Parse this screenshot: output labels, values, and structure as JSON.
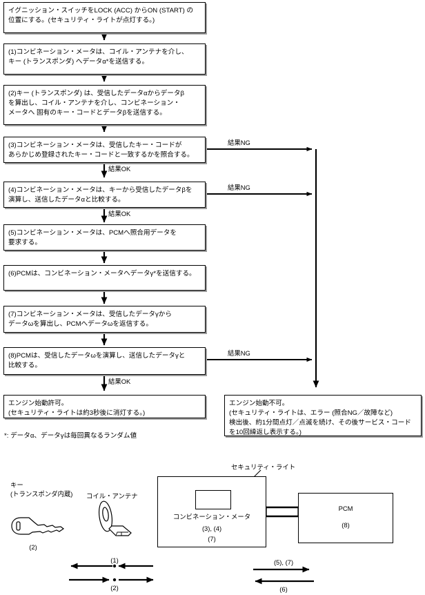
{
  "flow": {
    "steps": [
      {
        "id": "step-start",
        "text": "イグニッション・スイッチをLOCK (ACC) からON (START) の\n位置にする。(セキュリティ・ライトが点灯する。)"
      },
      {
        "id": "step-1",
        "text": "(1)コンビネーション・メータは、コイル・アンテナを介し、\n    キー (トランスポンダ) へデータα*を送信する。"
      },
      {
        "id": "step-2",
        "text": "(2)キー (トランスポンダ) は、受信したデータαからデータβ\n    を算出し、コイル・アンテナを介し、コンビネーション・\n    メータへ    固有のキー・コードとデータβを送信する。"
      },
      {
        "id": "step-3",
        "text": "(3)コンビネーション・メータは、受信したキー・コードが\n    あらかじめ登録されたキー・コードと一致するかを照合する。"
      },
      {
        "id": "step-4",
        "text": "(4)コンビネーション・メータは、キーから受信したデータβを\n    演算し、送信したデータαと比較する。"
      },
      {
        "id": "step-5",
        "text": "(5)コンビネーション・メータは、PCMへ照合用データを\n    要求する。"
      },
      {
        "id": "step-6",
        "text": "(6)PCMは、コンビネーション・メータへデータγ*を送信する。"
      },
      {
        "id": "step-7",
        "text": "(7)コンビネーション・メータは、受信したデータγから\n    データωを算出し、PCMへデータωを返信する。"
      },
      {
        "id": "step-8",
        "text": "(8)PCMは、受信したデータωを演算し、送信したデータγと\n    比較する。"
      }
    ],
    "result_ok_labels": [
      "結果OK",
      "結果OK",
      "結果OK"
    ],
    "result_ng_labels": [
      "結果NG",
      "結果NG",
      "結果NG"
    ],
    "outcome_ok": "エンジン始動許可。\n(セキュリティ・ライトは約3秒後に消灯する。)",
    "outcome_ng": "エンジン始動不可。\n(セキュリティ・ライトは、エラー (照合NG／故障など)\n検出後、約1分間点灯／点滅を続け、その後サービス・コード\nを10回繰返し表示する。)",
    "footnote": "*:  データα、データγは毎回異なるランダム値"
  },
  "diagram": {
    "key_label": "キー\n(トランスポンダ内蔵)",
    "key_ref": "(2)",
    "coil_label": "コイル・アンテナ",
    "security_light_label": "セキュリティ・ライト",
    "meter_label": "コンビネーション・メータ",
    "meter_ref_1": "(3), (4)",
    "meter_ref_2": "(7)",
    "pcm_label": "PCM",
    "pcm_ref": "(8)",
    "arrow_key_to_meter": "(1)",
    "arrow_meter_to_key": "(2)",
    "arrow_meter_to_pcm": "(5), (7)",
    "arrow_pcm_to_meter": "(6)"
  },
  "colors": {
    "line": "#000000",
    "shadow": "#9a9a9a",
    "background": "#ffffff"
  }
}
